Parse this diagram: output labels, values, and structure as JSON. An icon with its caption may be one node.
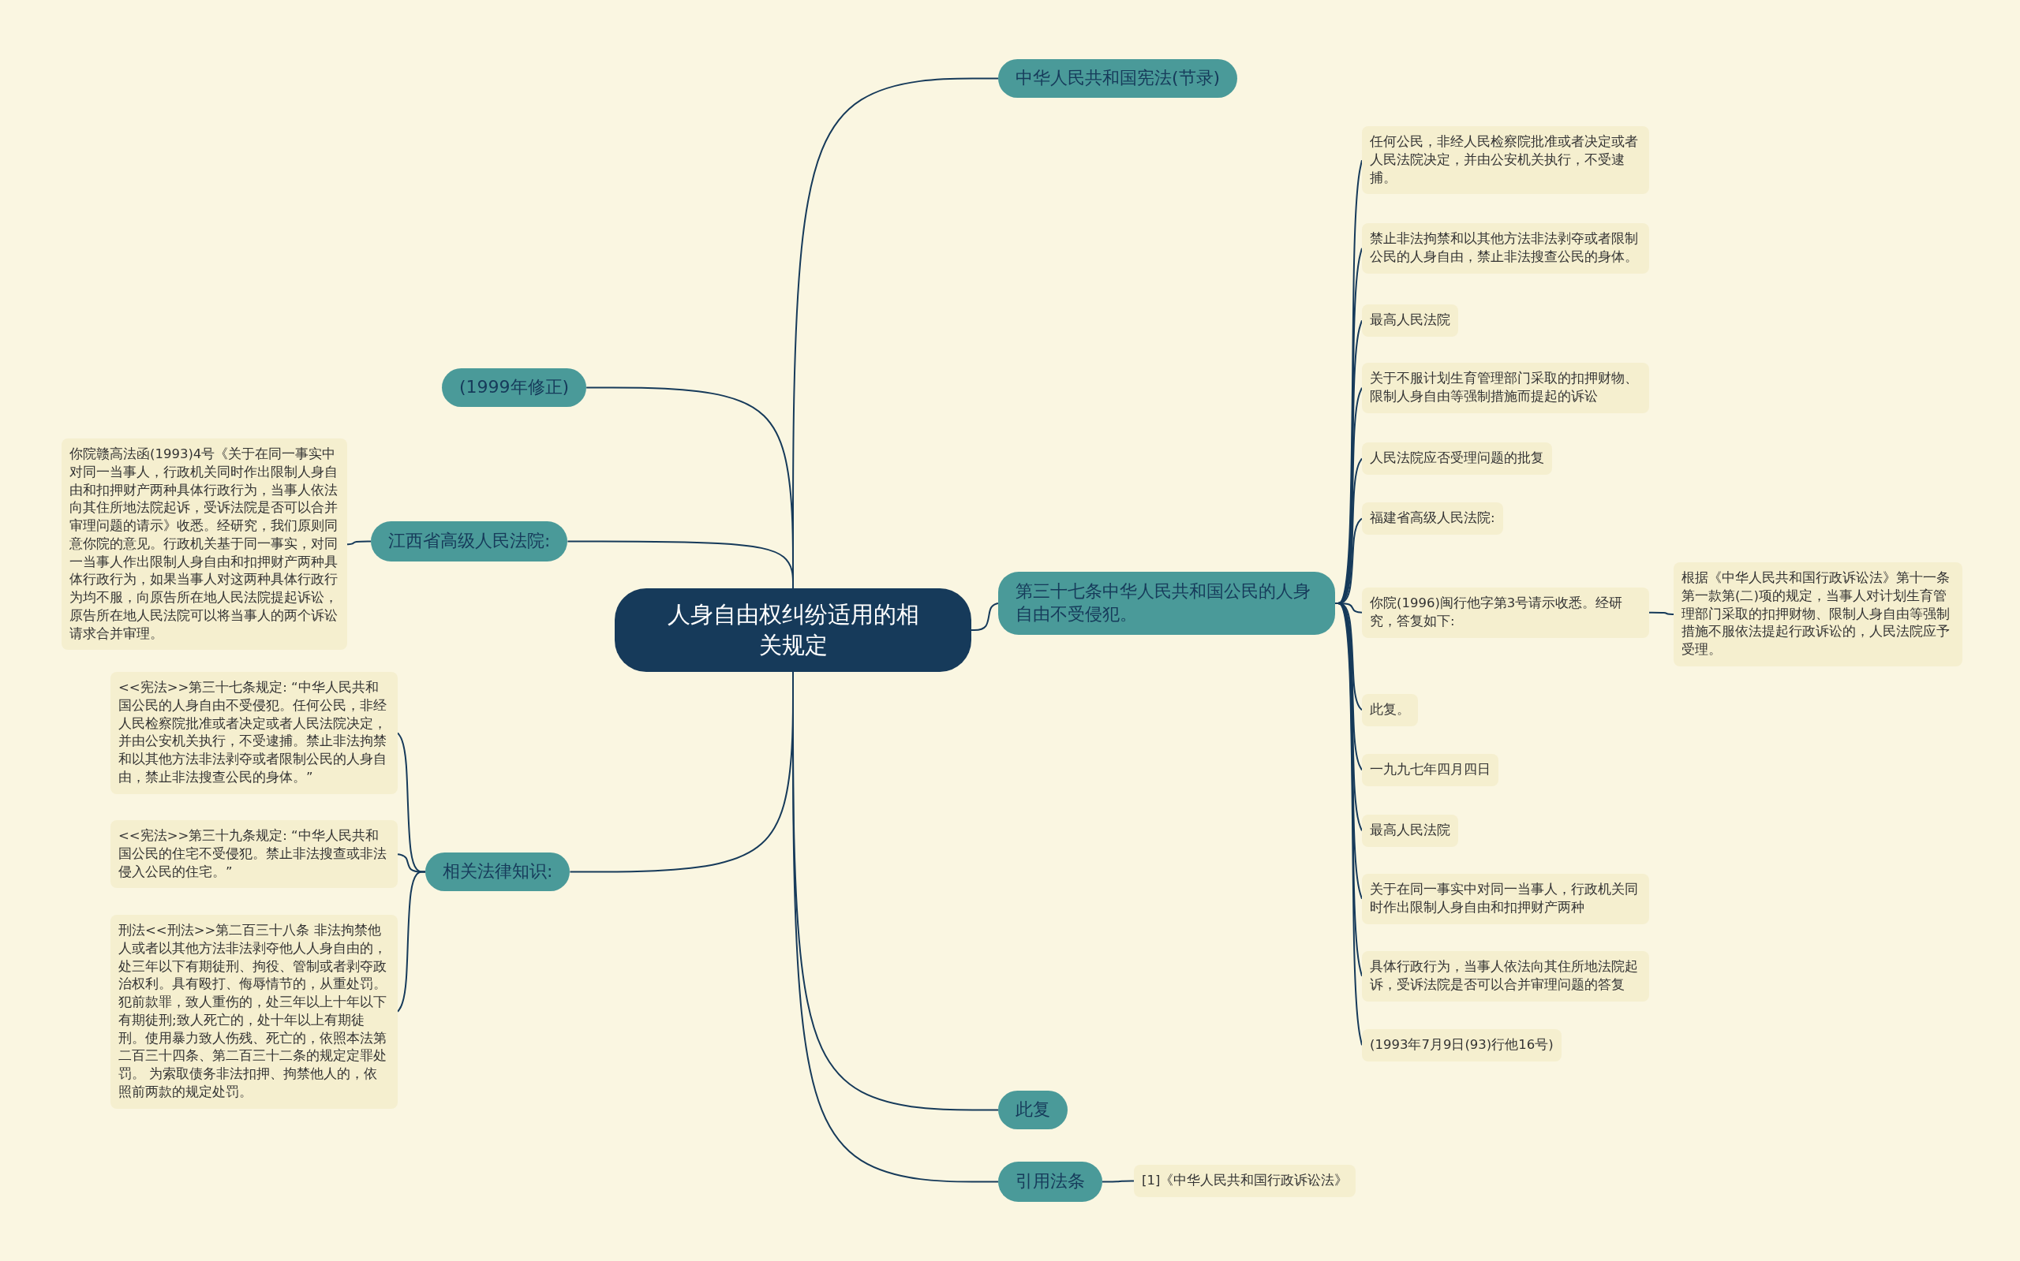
{
  "diagram": {
    "nodes": [
      {
        "text": [
          "人身自由权纠纷适用的相关规定"
        ]
      },
      {
        "text": [
          "中华人民共和国宪法(节录)"
        ]
      },
      {
        "text": [
          "(1999年修正)"
        ]
      },
      {
        "text": [
          "江西省高级人民法院:"
        ]
      },
      {
        "text": [
          "你院赣高法函(1993)4号《关于在同一事实中对同一当事人，行政机关同时作出限制人身自由和扣押财产两种具体行政行为，当事人依法向其住所地法院起诉，受诉法院是否可以合并审理问题的请示》收悉。经研究，我们原则同意你院的意见。行政机关基于同一事实，对同一当事人作出限制人身自由和扣押财产两种具体行政行为，如果当事人对这两种具体行政行为均不服，向原告所在地人民法院提起诉讼，原告所在地人民法院可以将当事人的两个诉讼请求合并审理。"
        ]
      },
      {
        "text": [
          "第三十七条中华人民共和国公民的人身自由不受侵犯。"
        ]
      },
      {
        "text": [
          "任何公民，非经人民检察院批准或者决定或者人民法院决定，并由公安机关执行，不受逮捕。"
        ]
      },
      {
        "text": [
          "禁止非法拘禁和以其他方法非法剥夺或者限制公民的人身自由，禁止非法搜查公民的身体。"
        ]
      },
      {
        "text": [
          "最高人民法院"
        ]
      },
      {
        "text": [
          "关于不服计划生育管理部门采取的扣押财物、限制人身自由等强制措施而提起的诉讼"
        ]
      },
      {
        "text": [
          "人民法院应否受理问题的批复"
        ]
      },
      {
        "text": [
          "福建省高级人民法院:"
        ]
      },
      {
        "text": [
          "你院(1996)闽行他字第3号请示收悉。经研究，答复如下:"
        ]
      },
      {
        "text": [
          "根据《中华人民共和国行政诉讼法》第十一条第一款第(二)项的规定，当事人对计划生育管理部门采取的扣押财物、限制人身自由等强制措施不服依法提起行政诉讼的，人民法院应予受理。"
        ]
      },
      {
        "text": [
          "此复。"
        ]
      },
      {
        "text": [
          "一九九七年四月四日"
        ]
      },
      {
        "text": [
          "最高人民法院"
        ]
      },
      {
        "text": [
          "关于在同一事实中对同一当事人，行政机关同时作出限制人身自由和扣押财产两种"
        ]
      },
      {
        "text": [
          "具体行政行为，当事人依法向其住所地法院起诉，受诉法院是否可以合并审理问题的答复"
        ]
      },
      {
        "text": [
          "(1993年7月9日(93)行他16号)"
        ]
      },
      {
        "text": [
          "相关法律知识:"
        ]
      },
      {
        "text": [
          "<<宪法>>第三十七条规定: “中华人民共和国公民的人身自由不受侵犯。任何公民，非经人民检察院批准或者决定或者人民法院决定，并由公安机关执行，不受逮捕。禁止非法拘禁和以其他方法非法剥夺或者限制公民的人身自由，禁止非法搜查公民的身体。”"
        ]
      },
      {
        "text": [
          "<<宪法>>第三十九条规定: “中华人民共和国公民的住宅不受侵犯。禁止非法搜查或非法侵入公民的住宅。”"
        ]
      },
      {
        "text": [
          "刑法<<刑法>>第二百三十八条 非法拘禁他人或者以其他方法非法剥夺他人人身自由的，处三年以下有期徒刑、拘役、管制或者剥夺政治权利。具有殴打、侮辱情节的，从重处罚。犯前款罪，致人重伤的，处三年以上十年以下有期徒刑;致人死亡的，处十年以上有期徒刑。使用暴力致人伤残、死亡的，依照本法第二百三十四条、第二百三十二条的规定定罪处罚。 为索取债务非法扣押、拘禁他人的，依照前两款的规定处罚。"
        ]
      },
      {
        "text": [
          "此复"
        ]
      },
      {
        "text": [
          "引用法条"
        ]
      },
      {
        "text": [
          "[1]《中华人民共和国行政诉讼法》"
        ]
      }
    ],
    "edges": [
      {
        "from": 0,
        "to": 1,
        "arrow": "none"
      },
      {
        "from": 0,
        "to": 2,
        "arrow": "none"
      },
      {
        "from": 0,
        "to": 3,
        "arrow": "none"
      },
      {
        "from": 3,
        "to": 4,
        "arrow": "none"
      },
      {
        "from": 0,
        "to": 5,
        "arrow": "none"
      },
      {
        "from": 5,
        "to": 6,
        "arrow": "none"
      },
      {
        "from": 5,
        "to": 7,
        "arrow": "none"
      },
      {
        "from": 5,
        "to": 8,
        "arrow": "none"
      },
      {
        "from": 5,
        "to": 9,
        "arrow": "none"
      },
      {
        "from": 5,
        "to": 10,
        "arrow": "none"
      },
      {
        "from": 5,
        "to": 11,
        "arrow": "none"
      },
      {
        "from": 5,
        "to": 12,
        "arrow": "none"
      },
      {
        "from": 12,
        "to": 13,
        "arrow": "none"
      },
      {
        "from": 5,
        "to": 14,
        "arrow": "none"
      },
      {
        "from": 5,
        "to": 15,
        "arrow": "none"
      },
      {
        "from": 5,
        "to": 16,
        "arrow": "none"
      },
      {
        "from": 5,
        "to": 17,
        "arrow": "none"
      },
      {
        "from": 5,
        "to": 18,
        "arrow": "none"
      },
      {
        "from": 5,
        "to": 19,
        "arrow": "none"
      },
      {
        "from": 0,
        "to": 20,
        "arrow": "none"
      },
      {
        "from": 20,
        "to": 21,
        "arrow": "none"
      },
      {
        "from": 20,
        "to": 22,
        "arrow": "none"
      },
      {
        "from": 20,
        "to": 23,
        "arrow": "none"
      },
      {
        "from": 0,
        "to": 24,
        "arrow": "none"
      },
      {
        "from": 0,
        "to": 25,
        "arrow": "none"
      },
      {
        "from": 25,
        "to": 26,
        "arrow": "none"
      }
    ]
  }
}
